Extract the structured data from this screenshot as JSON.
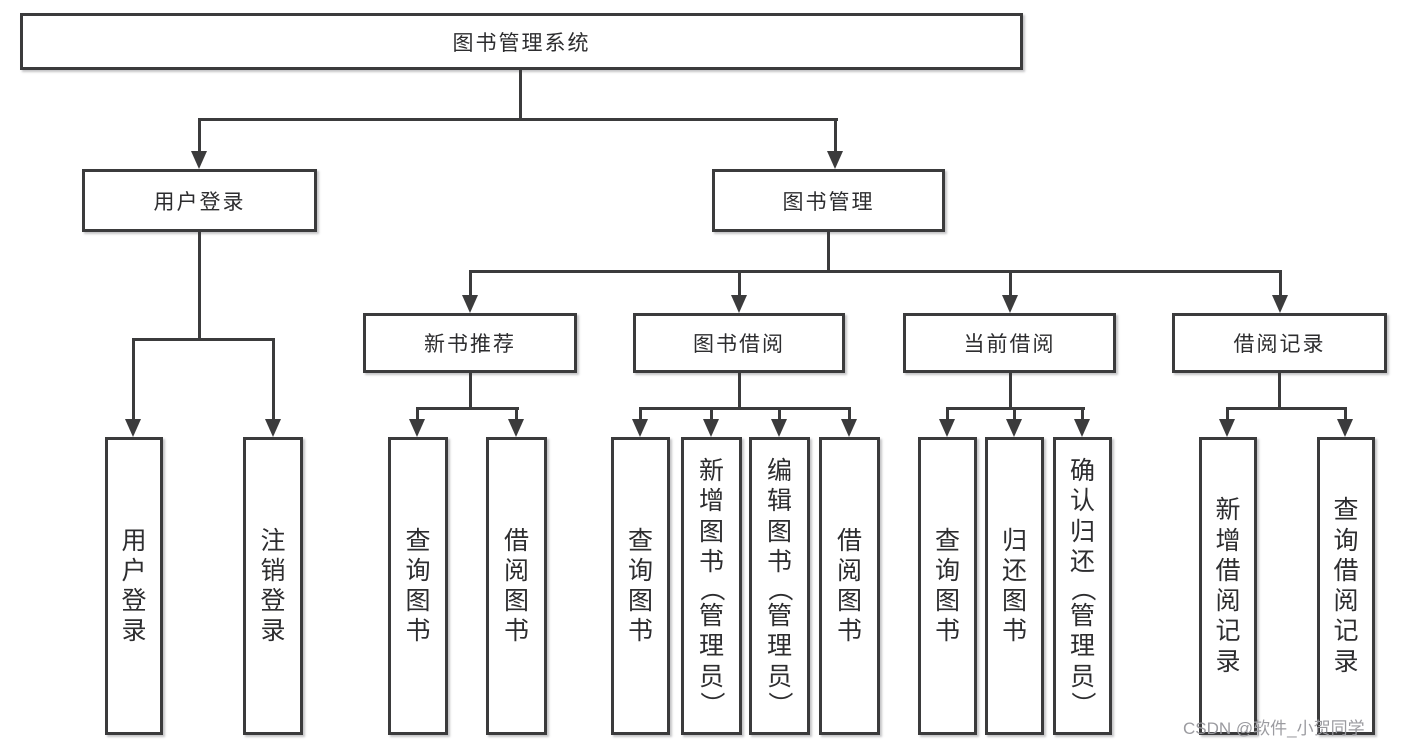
{
  "diagram": {
    "root": "图书管理系统",
    "level2": {
      "user_login": "用户登录",
      "book_management": "图书管理"
    },
    "level3": {
      "new_book_recommend": "新书推荐",
      "book_borrowing": "图书借阅",
      "current_borrowing": "当前借阅",
      "borrowing_records": "借阅记录"
    },
    "leaves": {
      "user_login": [
        "用户登录",
        "注销登录"
      ],
      "new_book_recommend": [
        "查询图书",
        "借阅图书"
      ],
      "book_borrowing": [
        "查询图书",
        "新增图书（管理员）",
        "编辑图书（管理员）",
        "借阅图书"
      ],
      "current_borrowing": [
        "查询图书",
        "归还图书",
        "确认归还（管理员）"
      ],
      "borrowing_records": [
        "新增借阅记录",
        "查询借阅记录"
      ]
    }
  },
  "watermark": "CSDN @软件_小贺同学",
  "colors": {
    "line": "#3b3b3c",
    "text": "#2d2d2f",
    "watermark": "#9b9ba0",
    "background": "#ffffff"
  }
}
